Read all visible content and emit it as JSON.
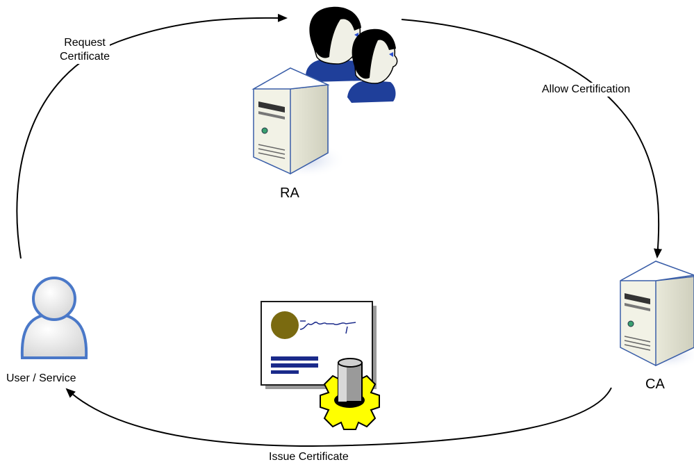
{
  "nodes": {
    "ra": {
      "label": "RA"
    },
    "ca": {
      "label": "CA"
    },
    "user": {
      "label": "User / Service"
    }
  },
  "edges": {
    "request": {
      "line1": "Request",
      "line2": "Certificate"
    },
    "allow": {
      "label": "Allow Certification"
    },
    "issue": {
      "label": "Issue Certificate"
    }
  },
  "colors": {
    "arrow": "#000000",
    "server_body": "#f2f2e6",
    "server_edge": "#3a5ea8",
    "user_fill": "#e8e8e8",
    "user_edge": "#4a78c8",
    "cert_seal": "#7a6a10",
    "cert_lines": "#1a2a8a",
    "gear": "#ffff00"
  }
}
